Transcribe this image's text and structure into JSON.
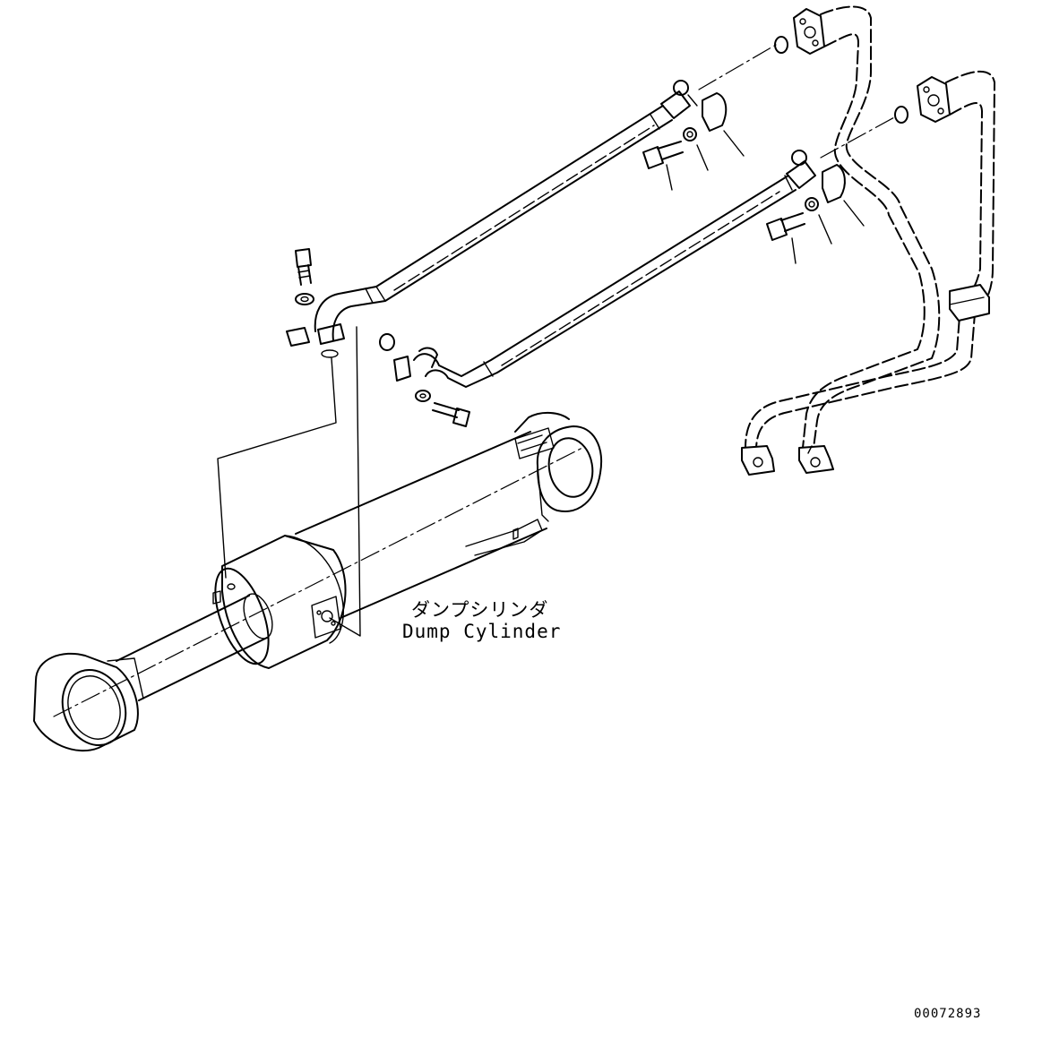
{
  "diagram": {
    "part_label_jp": "ダンプシリンダ",
    "part_label_en": "Dump Cylinder",
    "drawing_number": "00072893"
  }
}
